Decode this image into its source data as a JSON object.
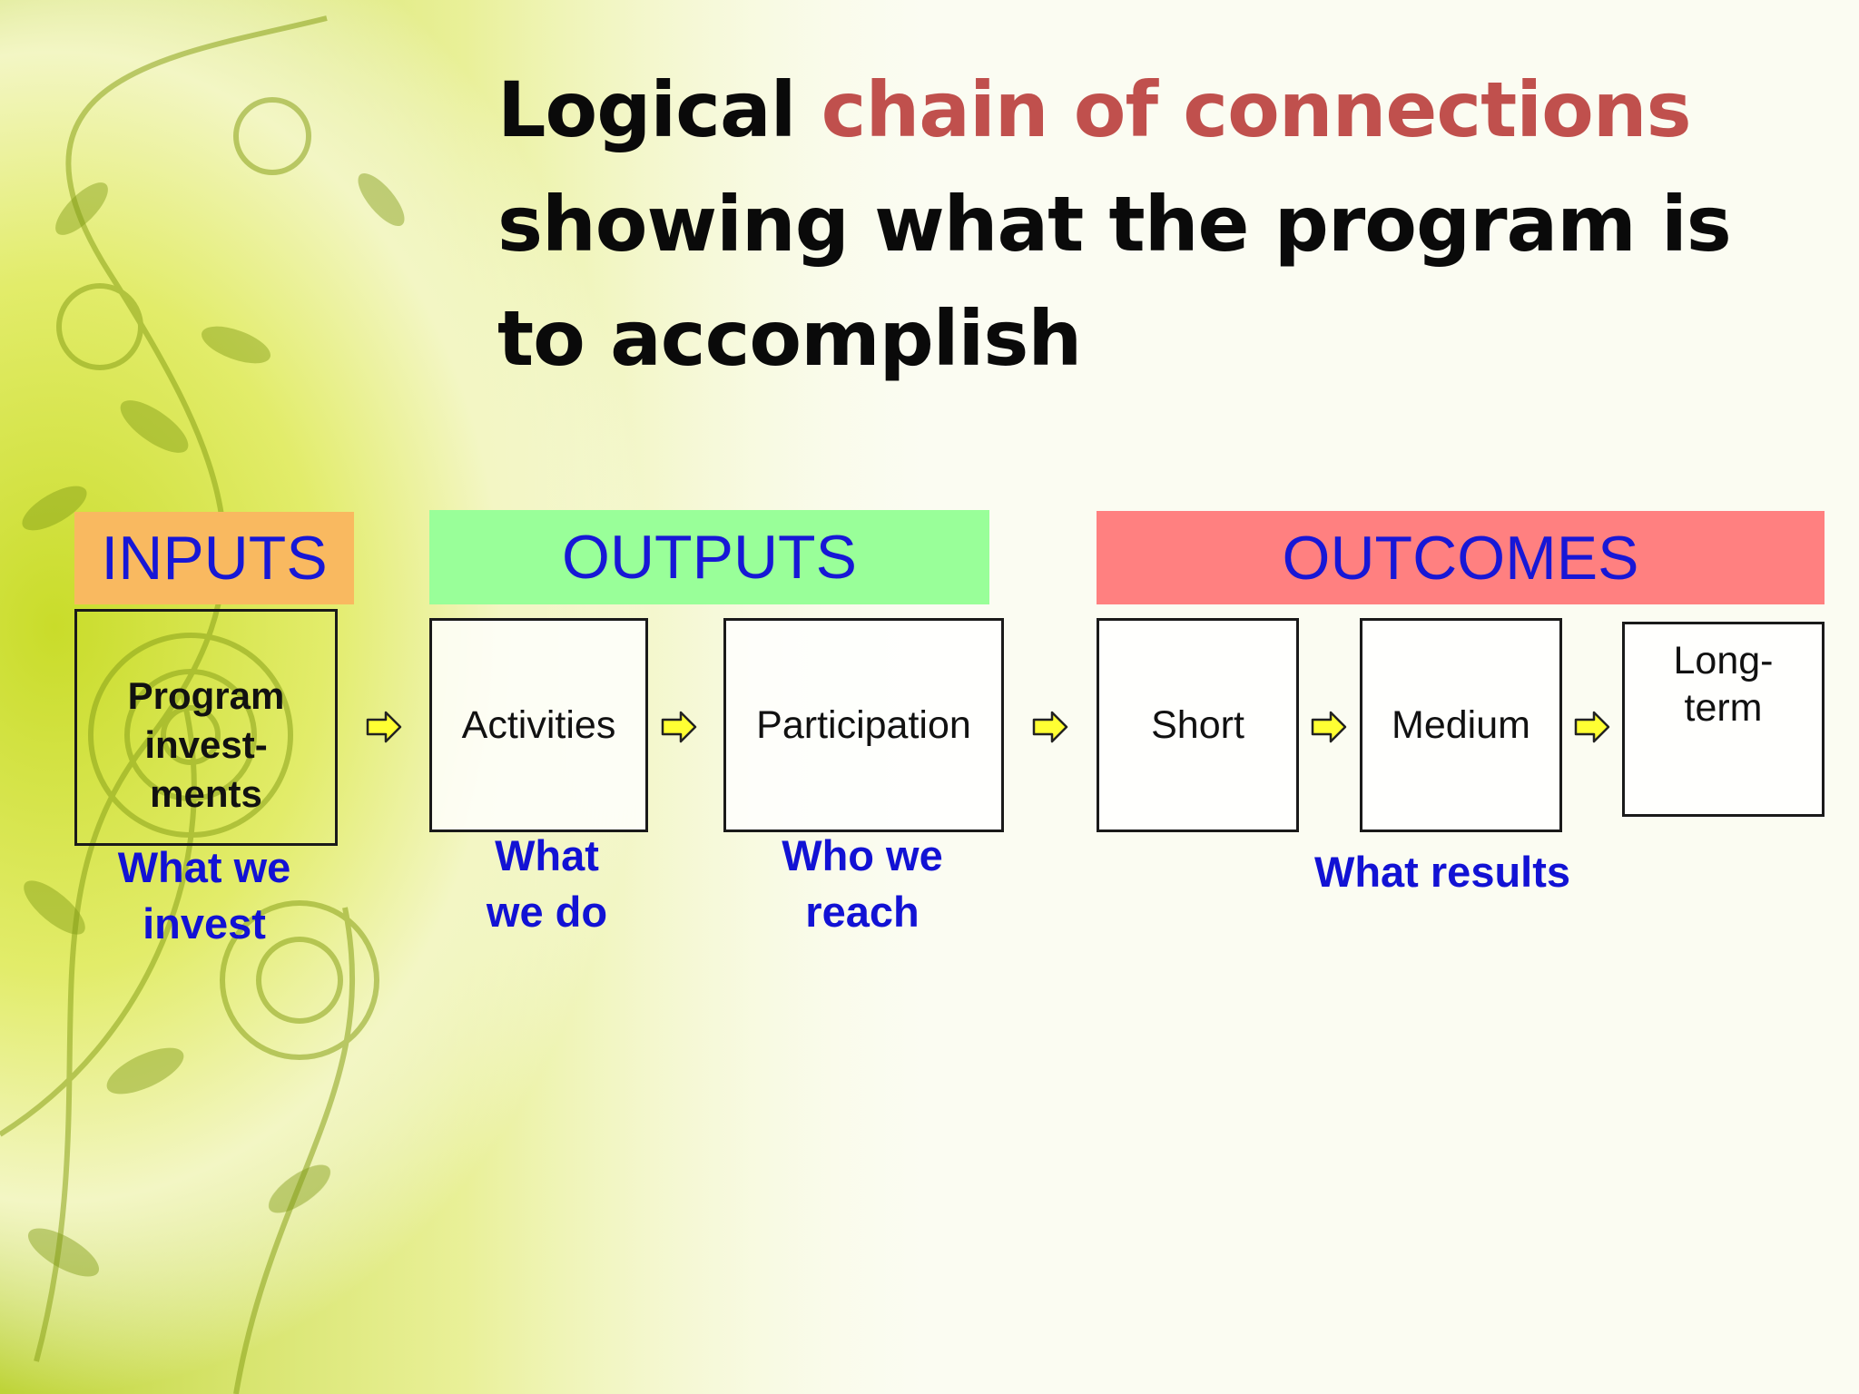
{
  "title": {
    "part1": "Logical ",
    "part2": "chain of connections",
    "part3": " showing what the program is to accomplish"
  },
  "bands": {
    "inputs": "INPUTS",
    "outputs": "OUTPUTS",
    "outcomes": "OUTCOMES"
  },
  "boxes": {
    "program_investments": "Program invest- ments",
    "activities": "Activities",
    "participation": "Participation",
    "short": "Short",
    "medium": "Medium",
    "long_term": "Long- term"
  },
  "captions": {
    "what_we_invest": "What we invest",
    "what_we_do": "What we do",
    "who_we_reach": "Who we reach",
    "what_results": "What results"
  },
  "colors": {
    "accent": "#c0504d",
    "inputs_band": "#f9b960",
    "outputs_band": "#99ff99",
    "outcomes_band": "#ff8080",
    "caption_blue": "#1212d4",
    "arrow_fill": "#ffff33"
  }
}
